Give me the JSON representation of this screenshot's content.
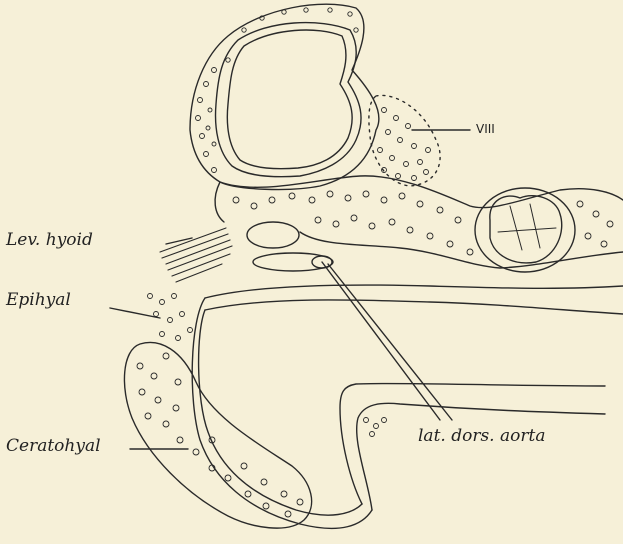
{
  "figure": {
    "background": "#f6f0d8",
    "ink": "#2a2a2a",
    "labels": {
      "viii": "VIII",
      "lev_hyoid": "Lev. hyoid",
      "epihyal": "Epihyal",
      "ceratohyal": "Ceratohyal",
      "lat_dors_aorta": "lat. dors. aorta"
    }
  }
}
